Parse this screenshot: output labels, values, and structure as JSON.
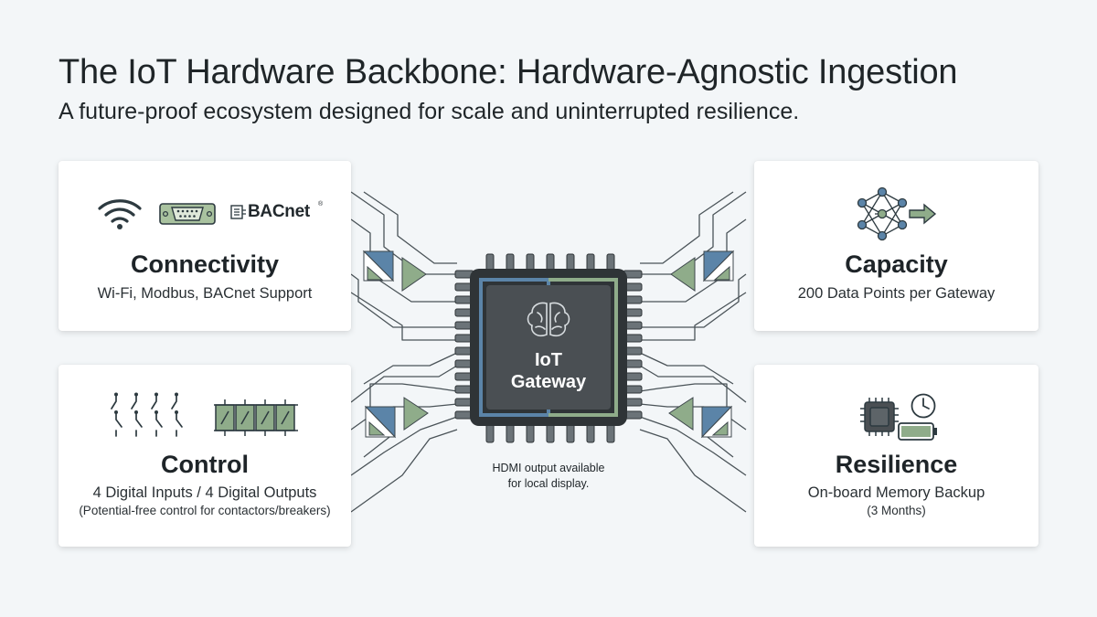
{
  "header": {
    "title": "The IoT Hardware Backbone: Hardware-Agnostic Ingestion",
    "subtitle": "A future-proof ecosystem designed for scale and uninterrupted resilience."
  },
  "center": {
    "chip_line1": "IoT",
    "chip_line2": "Gateway",
    "chip_icon": "brain-icon",
    "note_line1": "HDMI output available",
    "note_line2": "for local display."
  },
  "cards": {
    "connectivity": {
      "title": "Connectivity",
      "description": "Wi-Fi, Modbus, BACnet Support",
      "icons": [
        "wifi-icon",
        "serial-port-icon",
        "bacnet-logo-icon"
      ],
      "bacnet_logo_text": "BACnet",
      "bacnet_logo_mark": "®"
    },
    "capacity": {
      "title": "Capacity",
      "description": "200 Data Points per Gateway",
      "icons": [
        "neural-network-icon",
        "arrow-right-icon"
      ]
    },
    "control": {
      "title": "Control",
      "description": "4 Digital Inputs / 4 Digital Outputs",
      "note": "(Potential-free control for contactors/breakers)",
      "icons": [
        "switch-contacts-icon",
        "relay-block-icon"
      ]
    },
    "resilience": {
      "title": "Resilience",
      "description": "On-board Memory Backup",
      "note": "(3 Months)",
      "icons": [
        "memory-chip-icon",
        "clock-icon",
        "battery-icon"
      ]
    }
  },
  "colors": {
    "background": "#f3f6f8",
    "chip_body": "#4a4f53",
    "chip_frame": "#2f3437",
    "accent_blue": "#5b84a8",
    "accent_green": "#8fac8a",
    "wire": "#4a5358"
  }
}
